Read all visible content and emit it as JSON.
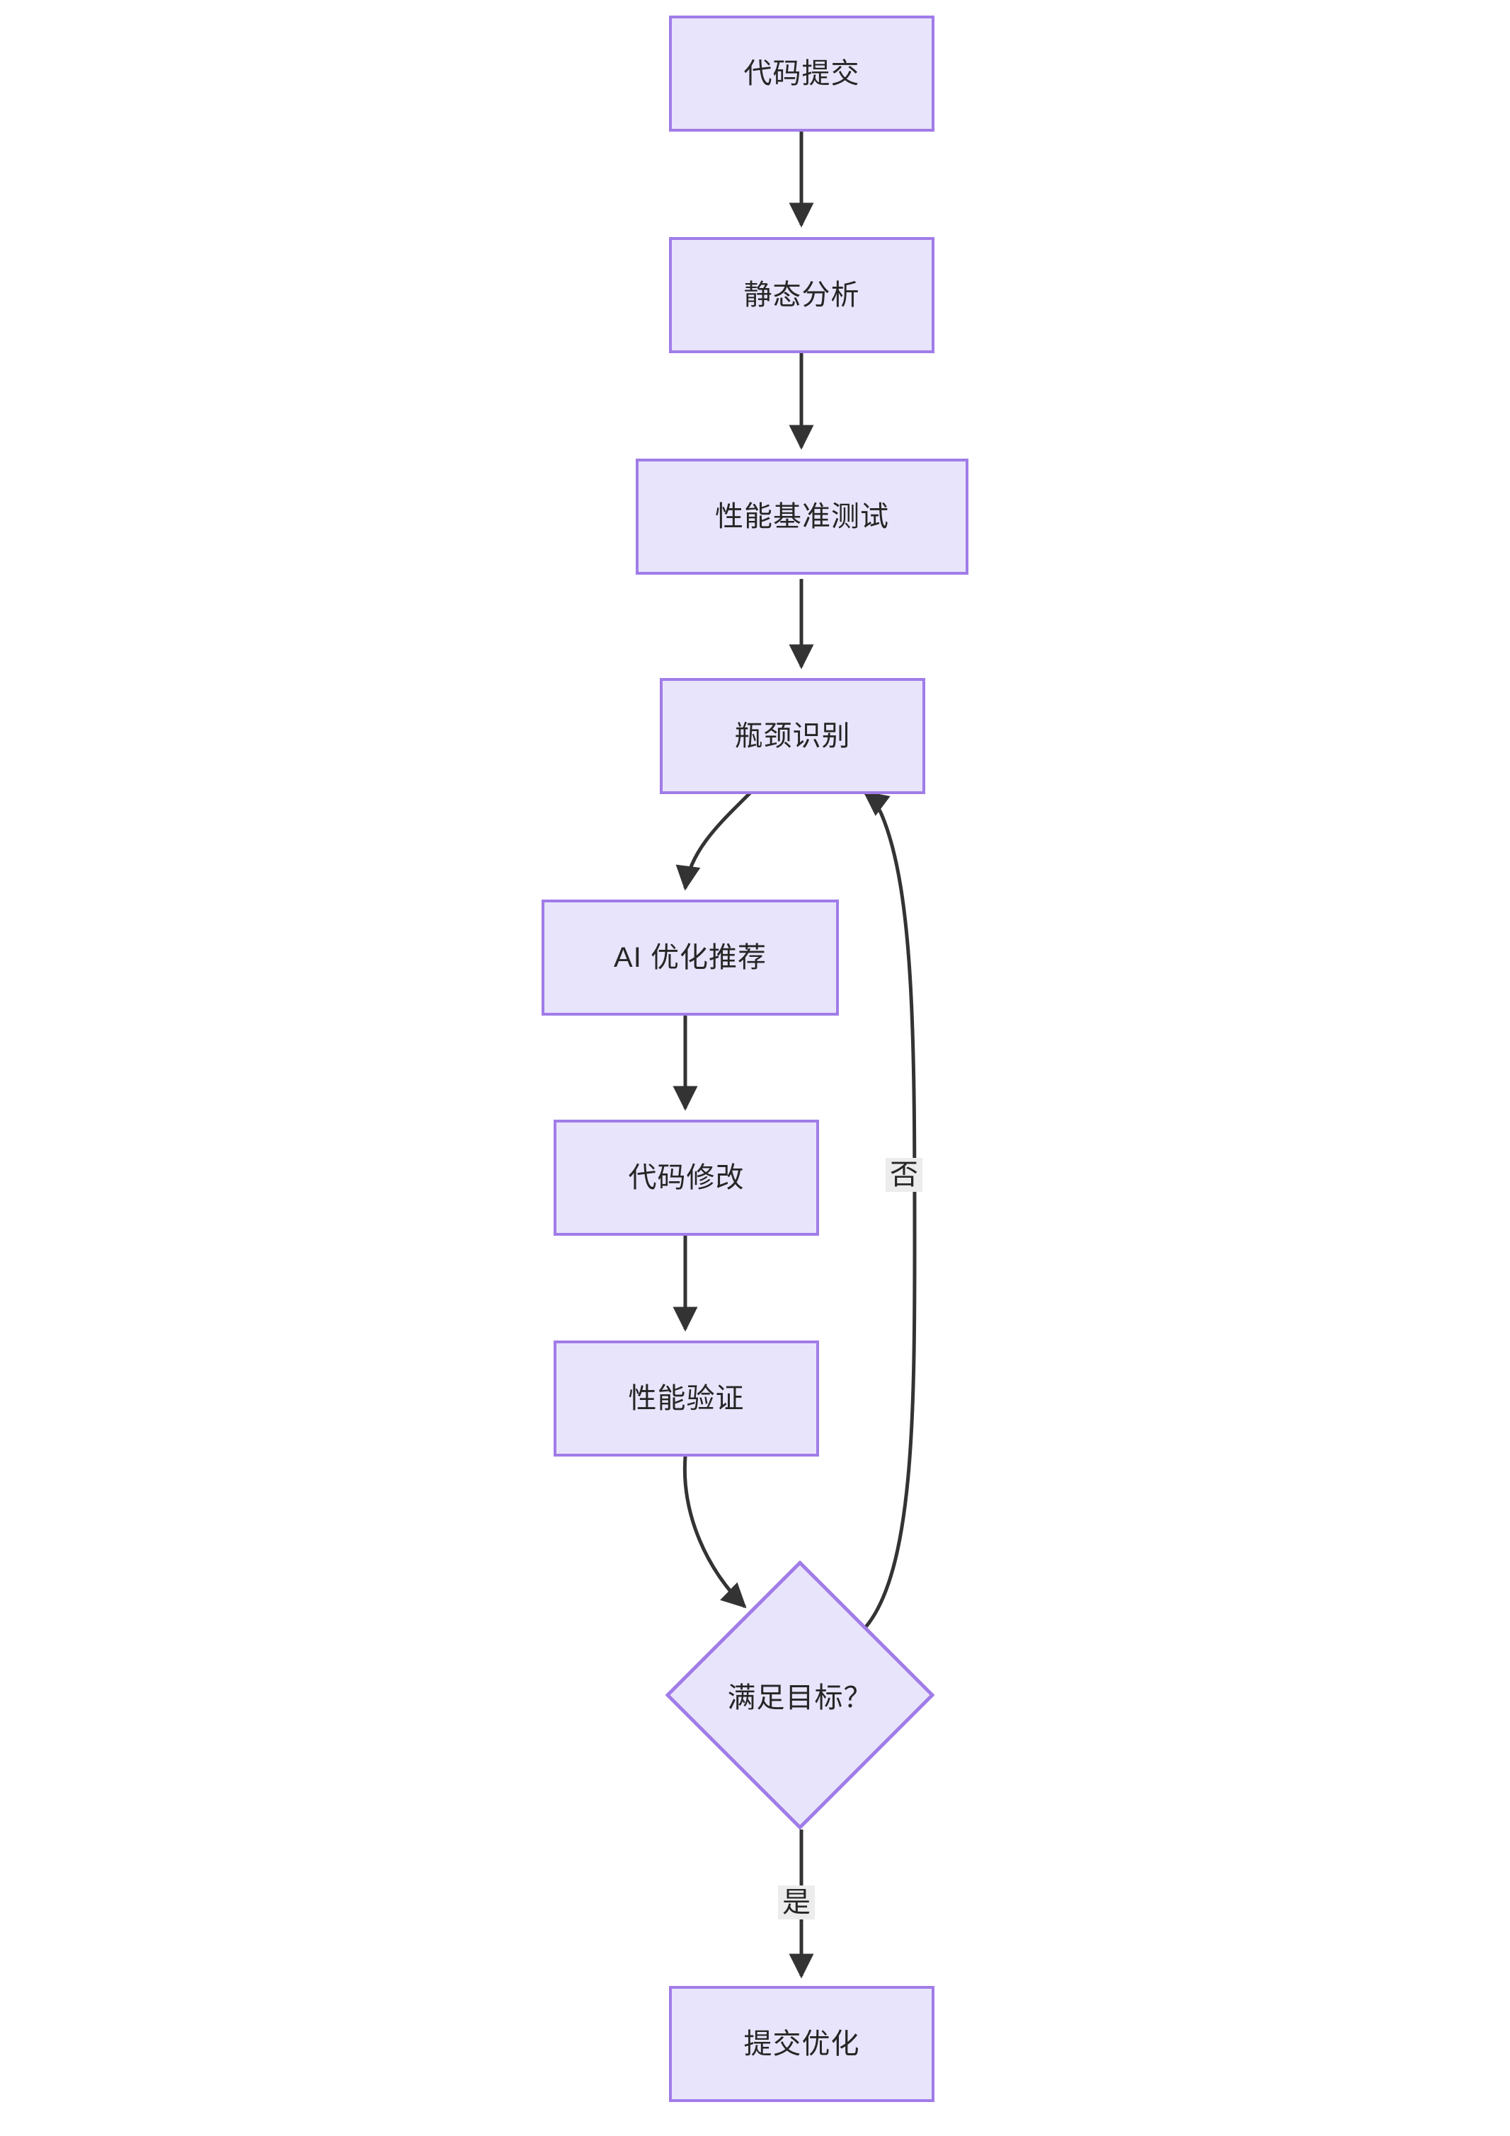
{
  "diagram": {
    "type": "flowchart",
    "direction": "top-to-bottom",
    "theme": {
      "node_fill": "#e8e4fb",
      "node_border": "#a07ce8",
      "node_text": "#262626",
      "edge_stroke": "#333333",
      "edge_label_bg": "#ececec",
      "canvas_bg": "#ffffff"
    },
    "nodes": [
      {
        "id": "n1",
        "label": "代码提交",
        "shape": "rect"
      },
      {
        "id": "n2",
        "label": "静态分析",
        "shape": "rect"
      },
      {
        "id": "n3",
        "label": "性能基准测试",
        "shape": "rect"
      },
      {
        "id": "n4",
        "label": "瓶颈识别",
        "shape": "rect"
      },
      {
        "id": "n5",
        "label": "AI 优化推荐",
        "shape": "rect"
      },
      {
        "id": "n6",
        "label": "代码修改",
        "shape": "rect"
      },
      {
        "id": "n7",
        "label": "性能验证",
        "shape": "rect"
      },
      {
        "id": "n8",
        "label": "满足目标？",
        "shape": "diamond"
      },
      {
        "id": "n9",
        "label": "提交优化",
        "shape": "rect"
      }
    ],
    "edges": [
      {
        "from": "n1",
        "to": "n2",
        "label": ""
      },
      {
        "from": "n2",
        "to": "n3",
        "label": ""
      },
      {
        "from": "n3",
        "to": "n4",
        "label": ""
      },
      {
        "from": "n4",
        "to": "n5",
        "label": ""
      },
      {
        "from": "n5",
        "to": "n6",
        "label": ""
      },
      {
        "from": "n6",
        "to": "n7",
        "label": ""
      },
      {
        "from": "n7",
        "to": "n8",
        "label": ""
      },
      {
        "from": "n8",
        "to": "n4",
        "label": "否"
      },
      {
        "from": "n8",
        "to": "n9",
        "label": "是"
      }
    ],
    "edge_labels": {
      "no": "否",
      "yes": "是"
    }
  }
}
